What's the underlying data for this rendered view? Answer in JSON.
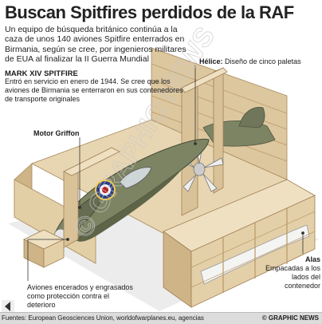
{
  "title": "Buscan Spitfires perdidos de la RAF",
  "intro": "Un equipo de búsqueda británico continúa a la caza de unos 140 aviones Spitfire enterrados en Birmania, según se cree, por ingenieros militares de EUA al finalizar la II Guerra Mundial",
  "section": {
    "title": "MARK XIV SPITFIRE",
    "text": "Entró en servicio en enero de 1944. Se cree que los aviones de Birmania se enterraron en sus contenedores de transporte originales"
  },
  "callouts": {
    "helice_label": "Hélice:",
    "helice_text": " Diseño de cinco paletas",
    "motor_label": "Motor Griffon",
    "alas_label": "Alas",
    "alas_text": "Empacadas a los lados del contenedor",
    "aviones_text": "Aviones encerados y engrasados como protección contra el deterioro"
  },
  "watermark": "© GRAPHIC NEWS",
  "footer": {
    "sources": "Fuentes: European Geosciences Union, worldofwarplanes.eu, agencias",
    "copyright": "© GRAPHIC NEWS"
  },
  "colors": {
    "wood_light": "#efe0c2",
    "wood_mid": "#d9c298",
    "wood_dark": "#b89866",
    "plane_green": "#7d8463",
    "roundel_red": "#b8202a",
    "roundel_blue": "#2b3f86"
  }
}
